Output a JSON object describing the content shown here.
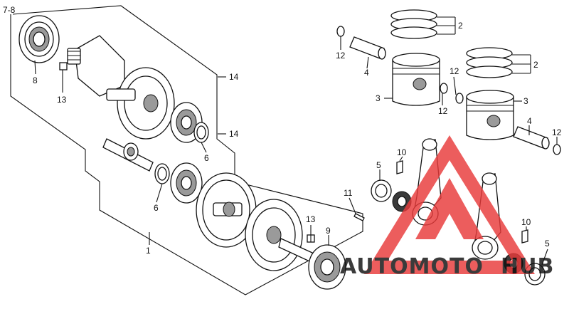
{
  "diagram": {
    "callouts": {
      "ref_7_8": "7-8",
      "p1": "1",
      "p2a": "2",
      "p2b": "2",
      "p3a": "3",
      "p3b": "3",
      "p4a": "4",
      "p4b": "4",
      "p5a": "5",
      "p5b": "5",
      "p6a": "6",
      "p6b": "6",
      "p8": "8",
      "p9": "9",
      "p10a": "10",
      "p10b": "10",
      "p11": "11",
      "p12a": "12",
      "p12b": "12",
      "p12c": "12",
      "p12d": "12",
      "p13a": "13",
      "p13b": "13",
      "p14a": "14",
      "p14b": "14"
    },
    "watermark": {
      "text_accent": "AUTOMOTO",
      "text_dark": "HUB",
      "accent_color": "#e83a3a",
      "text_accent_color": "#f4a93a",
      "text_dark_color": "#3b2a24"
    }
  }
}
